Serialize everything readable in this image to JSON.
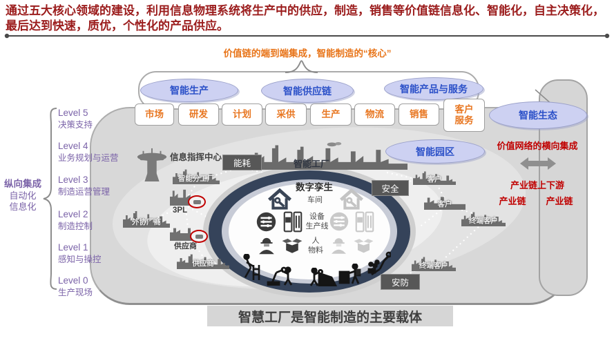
{
  "intro": "通过五大核心领域的建设，利用信息物理系统将生产中的供应，制造，销售等价值链信息化、智能化，自主决策化，最后达到快速，质优，个性化的产品供应。",
  "callout": "价值链的端到端集成，智能制造的“核心”",
  "pillars": [
    "智能生产",
    "智能供应链",
    "智能产品与服务"
  ],
  "ecosystem": "智能生态",
  "chain": [
    "市场",
    "研发",
    "计划",
    "采供",
    "生产",
    "物流",
    "销售",
    "客户\n服务"
  ],
  "vertical": {
    "title": "纵向集成",
    "line2": "自动化",
    "line3": "信息化"
  },
  "levels": [
    {
      "name": "Level 5",
      "desc": "决策支持"
    },
    {
      "name": "Level 4",
      "desc": "业务规划与运营"
    },
    {
      "name": "Level 3",
      "desc": "制造运营管理"
    },
    {
      "name": "Level 2",
      "desc": "制造控制"
    },
    {
      "name": "Level 1",
      "desc": "感知与操控"
    },
    {
      "name": "Level 0",
      "desc": "生产现场"
    }
  ],
  "horizontal": {
    "title": "价值网络的横向集成",
    "updown": "产业链上下游",
    "left": "产业链",
    "right": "产业链"
  },
  "nodes": {
    "command_center": "信息指挥中心",
    "energy": "能耗",
    "branch_factory": "智能分工厂",
    "tpl": "3PL",
    "outsourcing": "外协厂商",
    "supplier_a": "供应商",
    "supplier_b": "供应商",
    "smart_factory": "智能工厂",
    "smart_park": "智能园区",
    "security": "安全",
    "surveillance": "安防",
    "customer_a": "客户",
    "customer_b": "客户",
    "end_customer_a": "终端客户",
    "end_customer_b": "终端客户"
  },
  "twin": {
    "title": "数字孪生",
    "workshop": "车间",
    "equipment": "设备\n生产线",
    "people": "人\n物料"
  },
  "caption": "智慧工厂是智能制造的主要载体",
  "colors": {
    "accent_red": "#9B1C1C",
    "accent_orange": "#E8751A",
    "pillar_blue": "#2B50C8",
    "purple": "#7B63A8",
    "dark_red": "#C00000",
    "navy": "#35435A"
  }
}
